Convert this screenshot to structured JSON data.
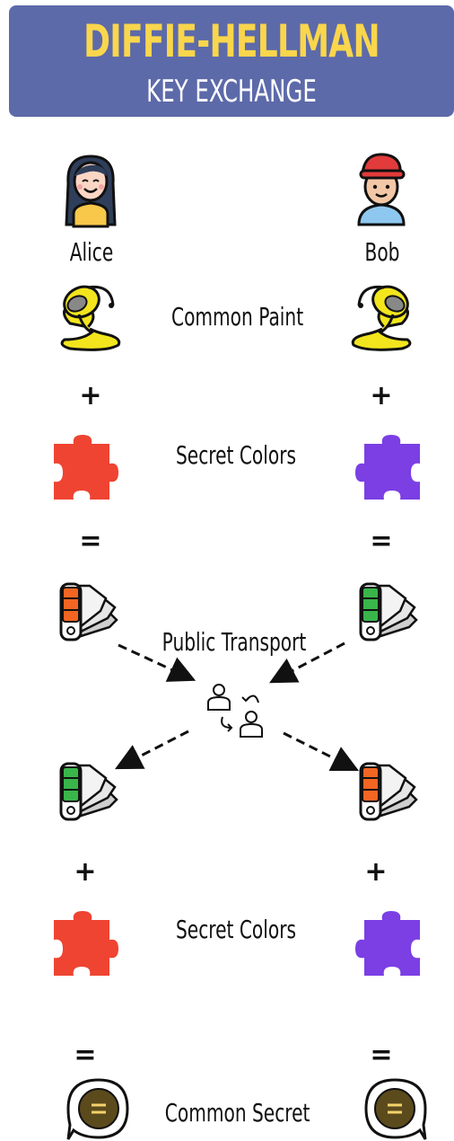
{
  "header": {
    "title": "DIFFIE-HELLMAN",
    "subtitle": "KEY EXCHANGE"
  },
  "people": {
    "left": "Alice",
    "right": "Bob"
  },
  "steps": {
    "common_paint": "Common Paint",
    "secret_colors_1": "Secret Colors",
    "public_transport": "Public Transport",
    "secret_colors_2": "Secret Colors",
    "common_secret": "Common Secret"
  },
  "operators": {
    "plus": "+",
    "equals": "="
  },
  "colors": {
    "banner": "#5d6aa9",
    "title": "#f9d64c",
    "paint": "#f2e51d",
    "alice_secret": "#ef4432",
    "bob_secret": "#7b3fe4",
    "alice_mix": "#f26522",
    "bob_mix": "#39b54a",
    "secret_face": "#5b4a1c"
  },
  "icons": {
    "alice": "girl-avatar-icon",
    "bob": "boy-avatar-icon",
    "paint": "paint-bucket-icon",
    "secret": "puzzle-piece-icon",
    "mix": "color-palette-icon",
    "exchange": "user-exchange-icon",
    "secret_key": "chat-face-icon"
  }
}
